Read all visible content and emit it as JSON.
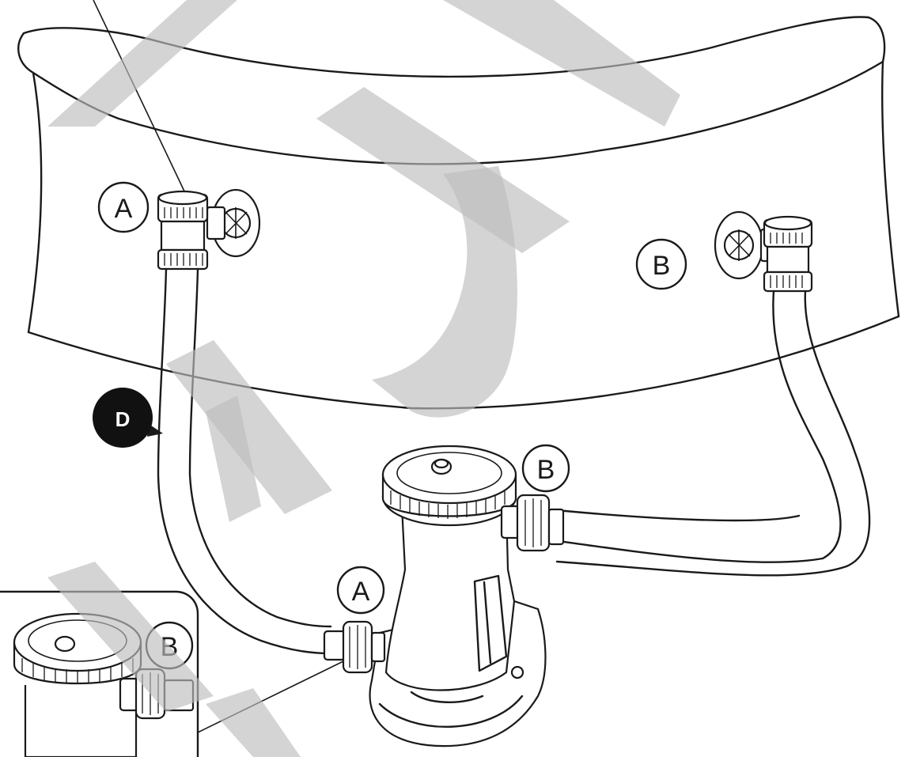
{
  "labels": {
    "a_pool": "A",
    "b_pool": "B",
    "a_pump": "A",
    "b_pump": "B",
    "b_inset": "B",
    "d_callout": "D"
  },
  "colors": {
    "line": "#1a1a1a",
    "background": "#ffffff",
    "watermark": "#bdbdbd"
  }
}
